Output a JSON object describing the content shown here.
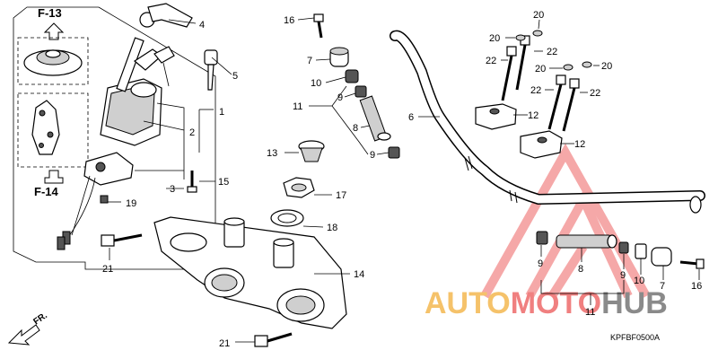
{
  "references": {
    "top": "F-13",
    "bottom": "F-14"
  },
  "front_label": "FR.",
  "diagram_code": "KPFBF0500A",
  "watermark": {
    "parts": [
      "AUTO",
      "MOTO",
      "HUB"
    ],
    "colors": [
      "#f5c26a",
      "#f08080",
      "#8a8a8a"
    ]
  },
  "parts": {
    "p1": "1",
    "p2": "2",
    "p3": "3",
    "p4": "4",
    "p5": "5",
    "p6": "6",
    "p7a": "7",
    "p7b": "7",
    "p8a": "8",
    "p8b": "8",
    "p9a": "9",
    "p9b": "9",
    "p9c": "9",
    "p9d": "9",
    "p10a": "10",
    "p10b": "10",
    "p11a": "11",
    "p11b": "11",
    "p12a": "12",
    "p12b": "12",
    "p13": "13",
    "p14": "14",
    "p15": "15",
    "p16a": "16",
    "p16b": "16",
    "p17": "17",
    "p18": "18",
    "p19": "19",
    "p20a": "20",
    "p20b": "20",
    "p20c": "20",
    "p20d": "20",
    "p21a": "21",
    "p21b": "21",
    "p22a": "22",
    "p22b": "22",
    "p22c": "22",
    "p22d": "22"
  }
}
